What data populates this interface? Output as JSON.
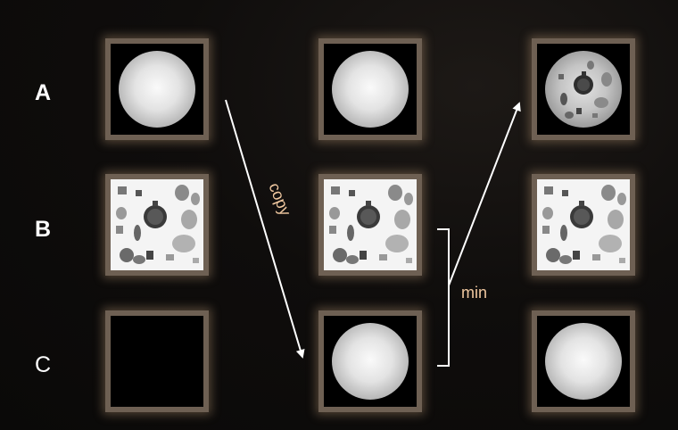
{
  "rows": [
    {
      "label": "A"
    },
    {
      "label": "B"
    },
    {
      "label": "C"
    }
  ],
  "annotations": {
    "copy": "copy",
    "min": "min"
  },
  "colors": {
    "frame": "#6e6053",
    "glow": "#cdaa82",
    "annotation_text": "#f0c8a0",
    "arrow": "#ffffff"
  }
}
